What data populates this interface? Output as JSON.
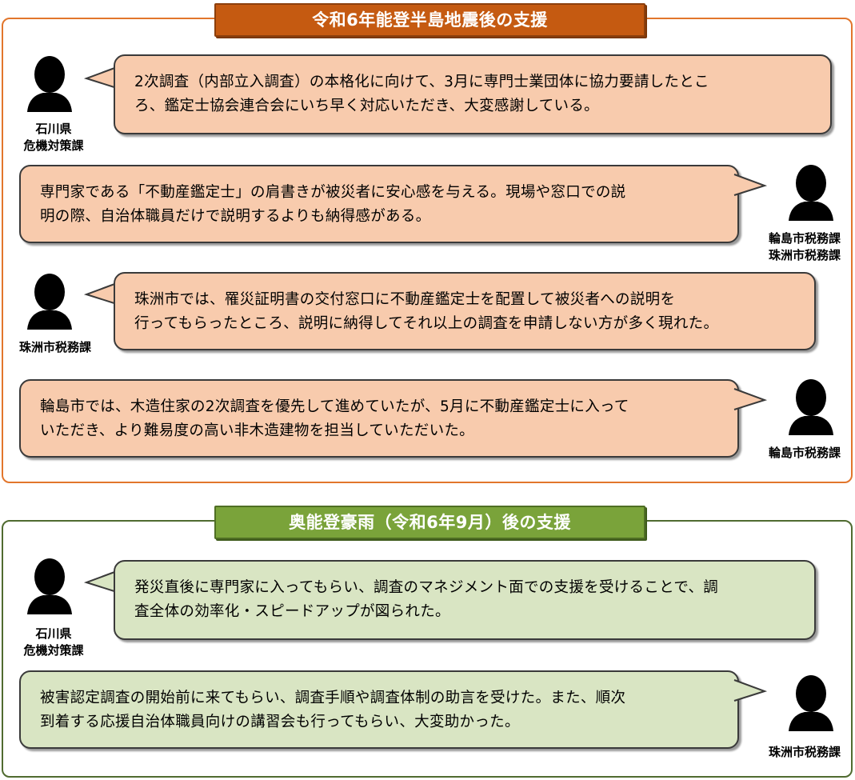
{
  "section1": {
    "title": "令和6年能登半島地震後の支援",
    "items": [
      {
        "speaker_lines": [
          "石川県",
          "危機対策課"
        ],
        "text_lines": [
          "2次調査（内部立入調査）の本格化に向けて、3月に専門士業団体に協力要請したとこ",
          "ろ、鑑定士協会連合会にいち早く対応いただき、大変感謝している。"
        ]
      },
      {
        "speaker_lines": [
          "輪島市税務課",
          "珠洲市税務課"
        ],
        "text_lines": [
          "専門家である「不動産鑑定士」の肩書きが被災者に安心感を与える。現場や窓口での説",
          "明の際、自治体職員だけで説明するよりも納得感がある。"
        ]
      },
      {
        "speaker_lines": [
          "珠洲市税務課"
        ],
        "text_lines": [
          "珠洲市では、罹災証明書の交付窓口に不動産鑑定士を配置して被災者への説明を",
          "行ってもらったところ、説明に納得してそれ以上の調査を申請しない方が多く現れた。"
        ]
      },
      {
        "speaker_lines": [
          "輪島市税務課"
        ],
        "text_lines": [
          "輪島市では、木造住家の2次調査を優先して進めていたが、5月に不動産鑑定士に入って",
          "いただき、より難易度の高い非木造建物を担当していただいた。"
        ]
      }
    ]
  },
  "section2": {
    "title": "奥能登豪雨（令和6年9月）後の支援",
    "items": [
      {
        "speaker_lines": [
          "石川県",
          "危機対策課"
        ],
        "text_lines": [
          "発災直後に専門家に入ってもらい、調査のマネジメント面での支援を受けることで、調",
          "査全体の効率化・スピードアップが図られた。"
        ]
      },
      {
        "speaker_lines": [
          "珠洲市税務課"
        ],
        "text_lines": [
          "被害認定調査の開始前に来てもらい、調査手順や調査体制の助言を受けた。また、順次",
          "到着する応援自治体職員向けの講習会も行ってもらい、大変助かった。"
        ]
      }
    ]
  },
  "colors": {
    "section1_border": "#e2762c",
    "section1_title_bg": "#c55a11",
    "section1_bubble": "#f8cbad",
    "section2_border": "#506b30",
    "section2_title_bg": "#7aa33a",
    "section2_bubble": "#d9e5c3"
  },
  "icons": [
    "person-silhouette-icon",
    "speech-bubble-tail"
  ]
}
